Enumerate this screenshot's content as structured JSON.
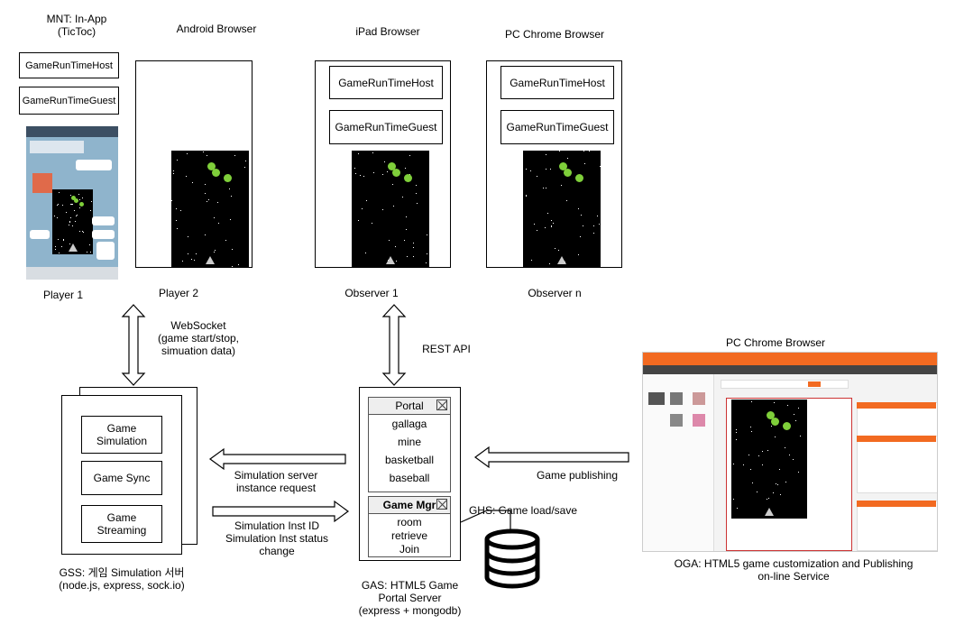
{
  "clients": {
    "mnt_title": "MNT: In-App\n(TicToc)",
    "android_title": "Android Browser",
    "ipad_title": "iPad Browser",
    "pc_title": "PC Chrome Browser",
    "host_label": "GameRunTimeHost",
    "guest_label": "GameRunTimeGuest",
    "player1": "Player 1",
    "player2": "Player 2",
    "observer1": "Observer 1",
    "observern": "Observer n"
  },
  "links": {
    "websocket": "WebSocket\n(game start/stop,\nsimuation data)",
    "rest_api": "REST API",
    "sim_request": "Simulation server\ninstance request",
    "sim_status": "Simulation Inst ID\nSimulation Inst status\nchange",
    "game_publishing": "Game publishing",
    "ghs": "GHS: Game load/save"
  },
  "gss": {
    "modules": [
      "Game\nSimulation",
      "Game Sync",
      "Game\nStreaming"
    ],
    "caption": "GSS: 게임 Simulation 서버\n(node.js, express, sock.io)"
  },
  "gas": {
    "portal_title": "Portal",
    "portal_items": [
      "gallaga",
      "mine",
      "basketball",
      "baseball"
    ],
    "mgr_title": "Game Mgr",
    "mgr_items": [
      "room",
      "retrieve",
      "Join"
    ],
    "caption": "GAS: HTML5 Game\nPortal Server\n(express + mongodb)"
  },
  "oga": {
    "title": "PC Chrome Browser",
    "caption": "OGA: HTML5 game customization and Publishing\non-line Service"
  },
  "colors": {
    "accent": "#f26a21",
    "game_bg": "#000000",
    "phone_bg": "#8fb4cc"
  }
}
